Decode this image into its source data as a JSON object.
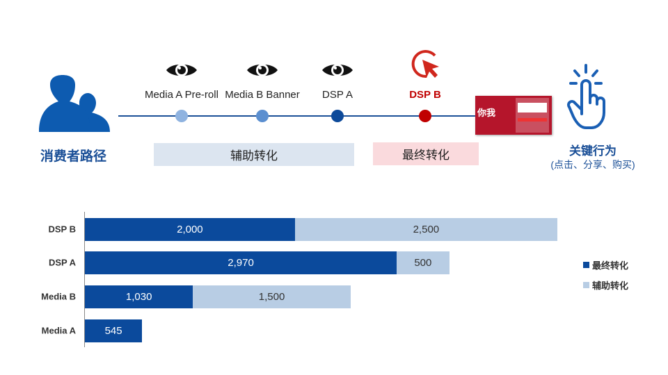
{
  "journey": {
    "consumer_label": "消费者路径",
    "touchpoints": [
      {
        "label": "Media A Pre-roll",
        "icon": "eye-icon",
        "color": "#8fb3e0"
      },
      {
        "label": "Media B Banner",
        "icon": "eye-icon",
        "color": "#5b8fd0"
      },
      {
        "label": "DSP A",
        "icon": "eye-icon",
        "color": "#0d4a9a"
      },
      {
        "label": "DSP B",
        "icon": "click-cursor-icon",
        "color": "#c00000"
      }
    ],
    "assist_label": "辅助转化",
    "final_label": "最终转化",
    "key_action_title": "关键行为",
    "key_action_sub": "(点击、分享、购买)",
    "landing_page_text": "你我"
  },
  "colors": {
    "final": "#0b4a9c",
    "assist": "#b8cde4",
    "brand_text": "#1a4f97"
  },
  "chart_data": {
    "type": "bar",
    "orientation": "horizontal",
    "stacked": true,
    "categories": [
      "DSP B",
      "DSP A",
      "Media B",
      "Media A"
    ],
    "series": [
      {
        "name": "最终转化",
        "values": [
          2000,
          2970,
          1030,
          545
        ],
        "labels": [
          "2,000",
          "2,970",
          "1,030",
          "545"
        ]
      },
      {
        "name": "辅助转化",
        "values": [
          2500,
          500,
          1500,
          0
        ],
        "labels": [
          "2,500",
          "500",
          "1,500",
          ""
        ]
      }
    ],
    "xlim": [
      0,
      4500
    ],
    "legend": "right"
  }
}
